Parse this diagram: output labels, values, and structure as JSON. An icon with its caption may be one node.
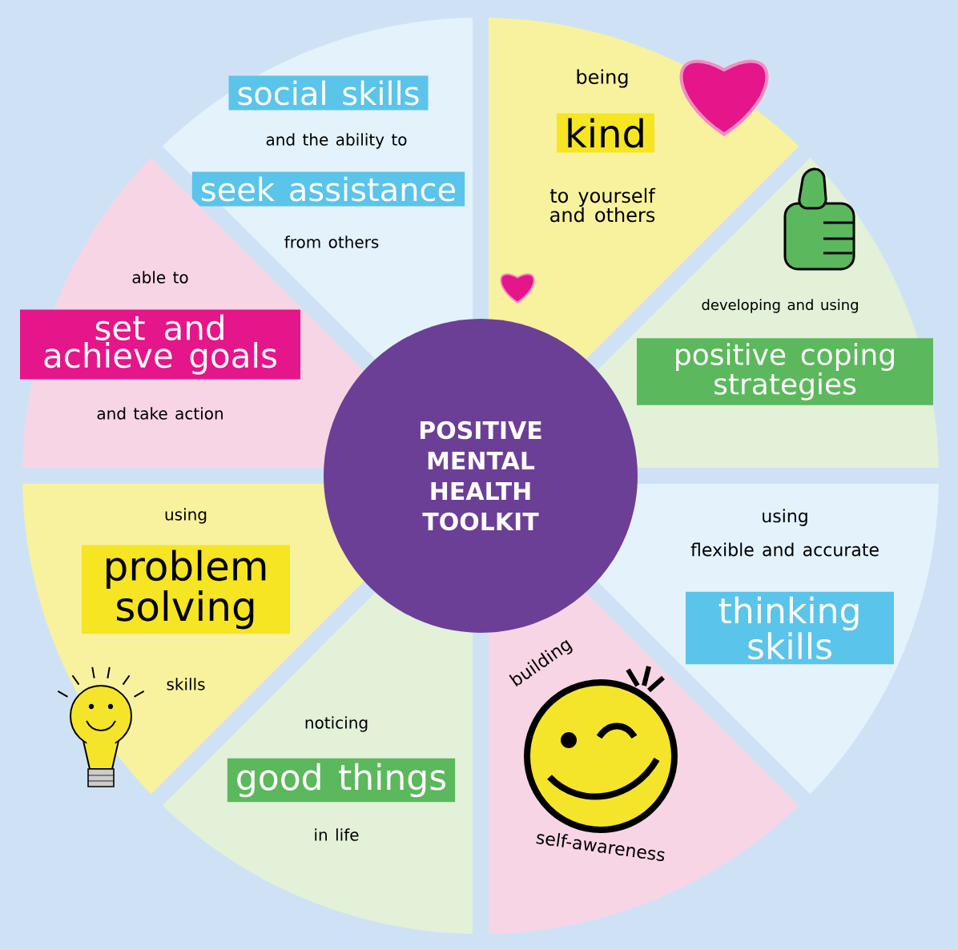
{
  "diagram": {
    "nodes": [
      {
        "text": [
          "POSITIVE MENTAL HEALTH TOOLKIT"
        ]
      },
      {
        "text": [
          "social skills",
          "and the ability to",
          "seek assistance",
          "from others"
        ]
      },
      {
        "text": [
          "being",
          "kind",
          "to yourself and others"
        ]
      },
      {
        "text": [
          "able to",
          "set and achieve goals",
          "and take action"
        ]
      },
      {
        "text": [
          "developing and using",
          "positive coping strategies"
        ]
      },
      {
        "text": [
          "using",
          "problem solving",
          "skills"
        ]
      },
      {
        "text": [
          "using",
          "flexible and accurate",
          "thinking skills"
        ]
      },
      {
        "text": [
          "noticing",
          "good things",
          "in life"
        ]
      },
      {
        "text": [
          "building",
          "self-awareness"
        ]
      }
    ]
  }
}
